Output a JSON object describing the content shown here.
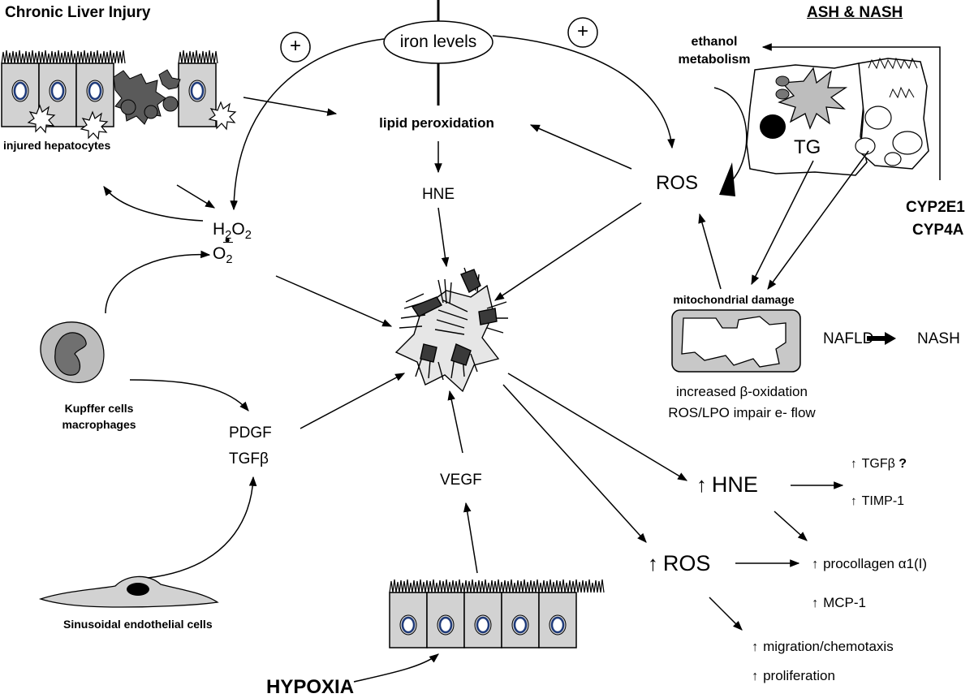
{
  "titles": {
    "chronic_liver_injury": "Chronic Liver Injury",
    "ash_nash": "ASH & NASH"
  },
  "labels": {
    "injured_hepatocytes": "injured hepatocytes",
    "iron_levels": "iron levels",
    "plus": "+",
    "lipid_peroxidation": "lipid peroxidation",
    "hne": "HNE",
    "ros": "ROS",
    "h2o2_main": "H",
    "h2o2_sub": "2",
    "h2o2_mid": "O",
    "h2o2_sub2": "2",
    "superoxide_main": "O",
    "superoxide_sub": "2",
    "ethanol_metabolism_1": "ethanol",
    "ethanol_metabolism_2": "metabolism",
    "tg": "TG",
    "cyp2e1": "CYP2E1",
    "cyp4a": "CYP4A",
    "mitochondrial_damage": "mitochondrial damage",
    "nafld": "NAFLD",
    "nash": "NASH",
    "increased_beta_oxidation": "increased β-oxidation",
    "ros_lpo": "ROS/LPO impair e- flow",
    "kupffer_1": "Kupffer cells",
    "kupffer_2": "macrophages",
    "pdgf": "PDGF",
    "tgfb": "TGFβ",
    "vegf": "VEGF",
    "sinusoidal": "Sinusoidal endothelial cells",
    "hypoxia": "HYPOXIA"
  },
  "outcomes": {
    "up_hne": "HNE",
    "up_ros": "ROS",
    "tgfb_q": "TGFβ",
    "question": "?",
    "timp1": "TIMP-1",
    "procollagen": "procollagen α1(I)",
    "mcp1": "MCP-1",
    "migration": "migration/chemotaxis",
    "proliferation": "proliferation"
  },
  "colors": {
    "cell_fill": "#d2d2d2",
    "cell_stroke": "#000000",
    "nucleus_fill": "#ffffff",
    "nucleus_ring": "#1e3a7a",
    "stellate_fill": "#3a3a3a",
    "mito_fill": "#c8c8c8"
  }
}
